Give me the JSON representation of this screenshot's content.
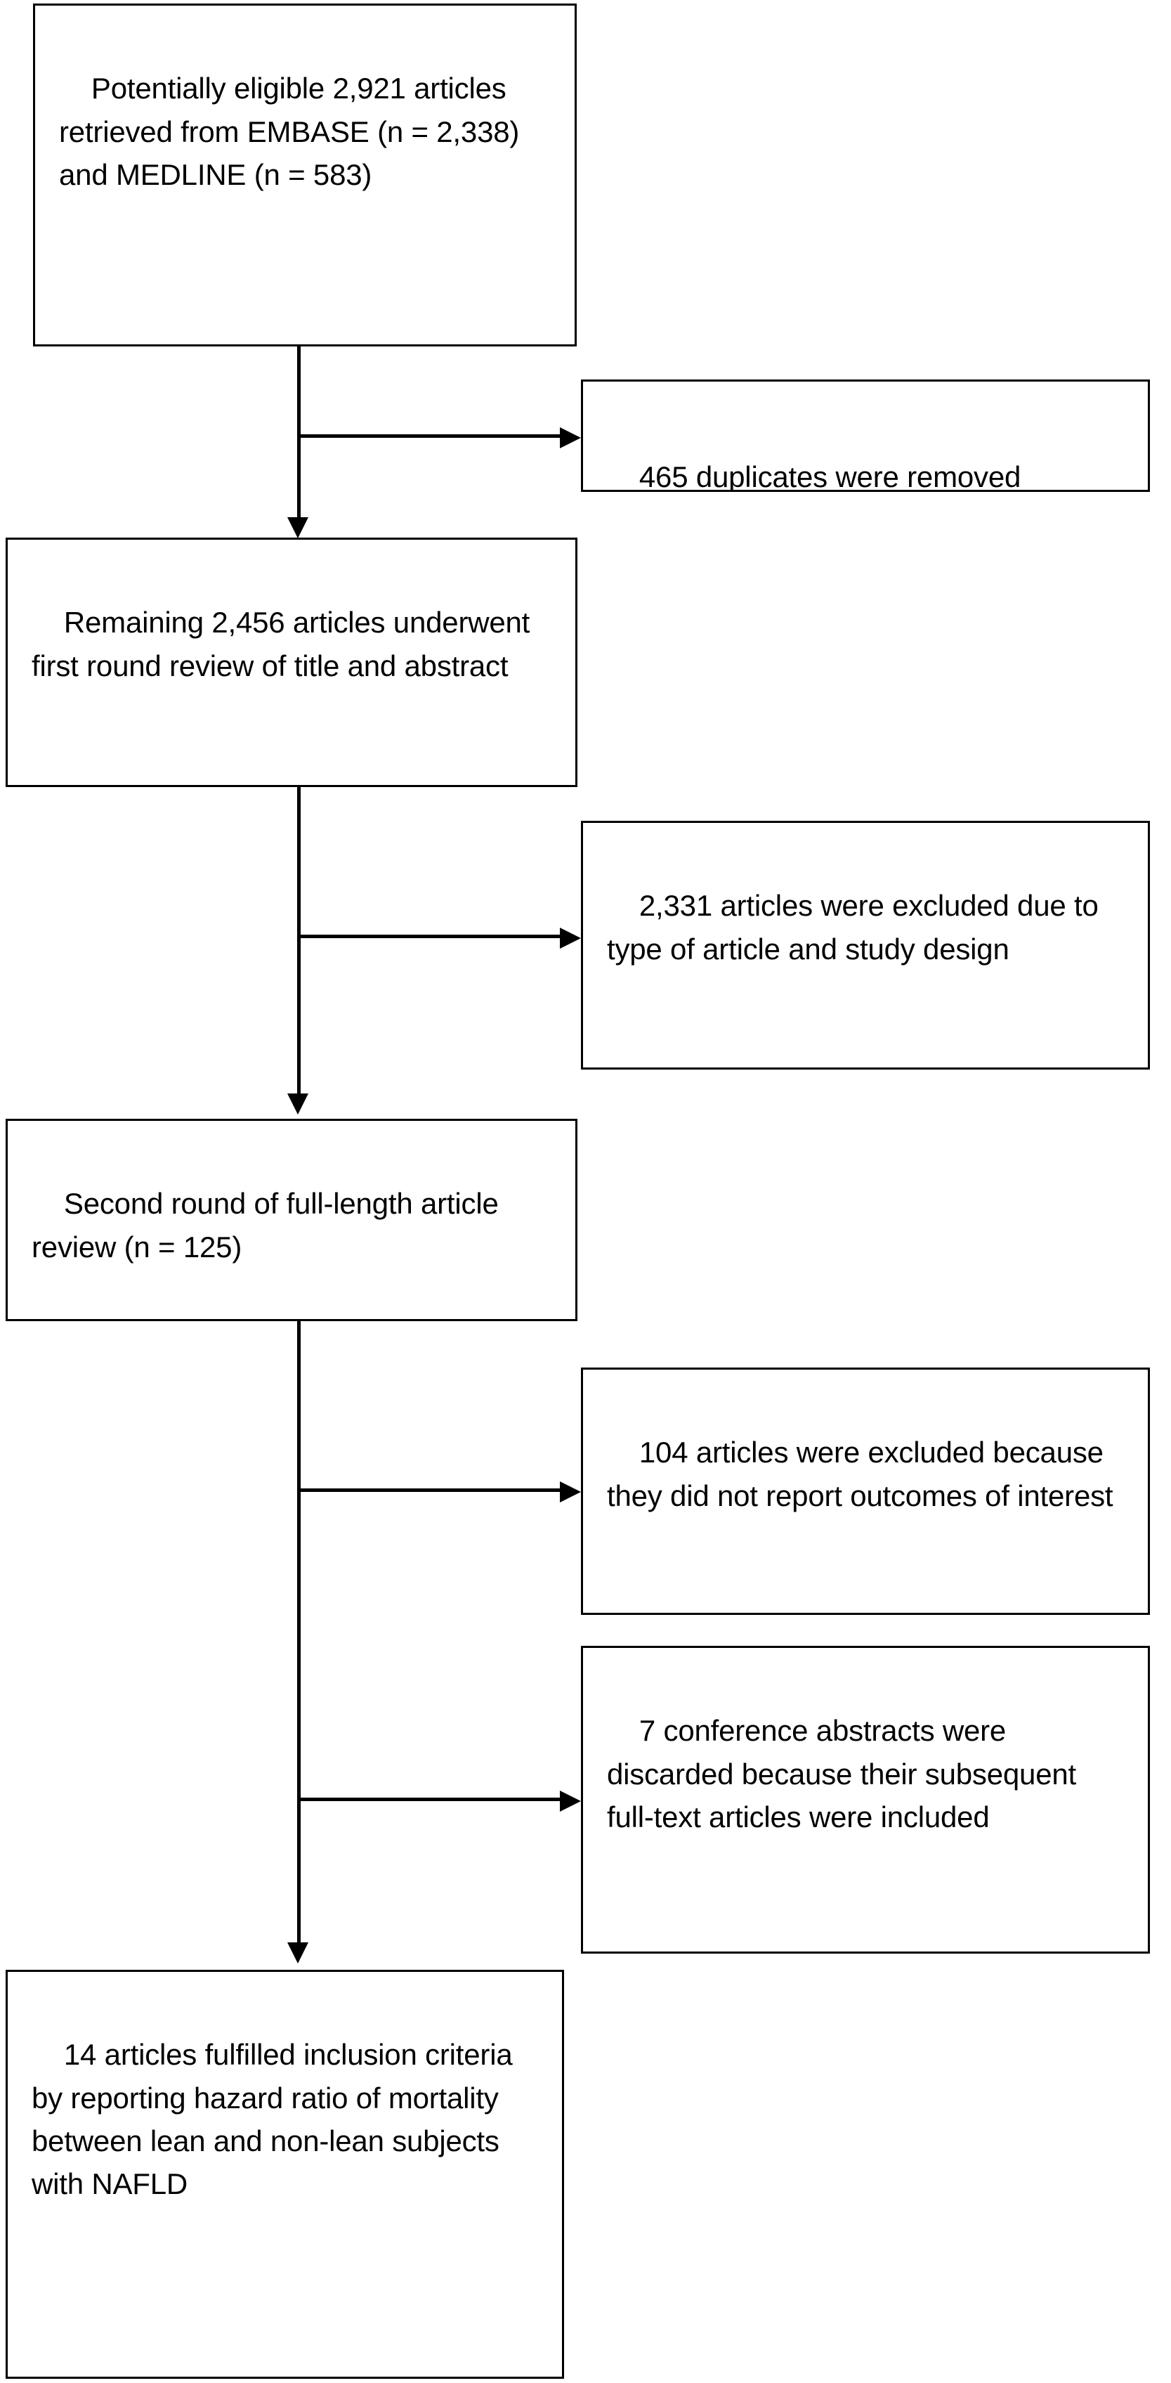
{
  "diagram": {
    "type": "prisma-flow-diagram",
    "title": "Study selection flow diagram",
    "stroke_color": "#000000",
    "background_color": "#ffffff",
    "nodes": [
      {
        "id": "identification",
        "label": "Potentially eligible 2,921 articles retrieved from EMBASE (n = 2,338) and MEDLINE (n = 583)",
        "count": 2921,
        "sources": [
          {
            "name": "EMBASE",
            "n": 2338
          },
          {
            "name": "MEDLINE",
            "n": 583
          }
        ],
        "column": "main"
      },
      {
        "id": "duplicates-removed",
        "label": "465 duplicates were removed",
        "count": 465,
        "column": "side"
      },
      {
        "id": "first-round",
        "label": "Remaining 2,456 articles underwent first round review of title and abstract",
        "count": 2456,
        "column": "main"
      },
      {
        "id": "excluded-type-design",
        "label": "2,331 articles were excluded due to type of article and study design",
        "count": 2331,
        "column": "side"
      },
      {
        "id": "second-round",
        "label": "Second round of full-length article review (n = 125)",
        "count": 125,
        "column": "main"
      },
      {
        "id": "excluded-outcomes",
        "label": "104 articles were excluded because they did not report outcomes of interest",
        "count": 104,
        "column": "side"
      },
      {
        "id": "excluded-conference-abstracts",
        "label": "7 conference abstracts were discarded because their subsequent full-text articles were included",
        "count": 7,
        "column": "side"
      },
      {
        "id": "included",
        "label": "14 articles fulfilled inclusion criteria by reporting hazard ratio of mortality between lean and non-lean subjects with NAFLD",
        "count": 14,
        "column": "main"
      }
    ],
    "connectors": [
      {
        "id": "flow-identification-to-first-round",
        "kind": "arrow-down"
      },
      {
        "id": "branch-to-duplicates-removed",
        "kind": "arrow-right"
      },
      {
        "id": "flow-first-round-to-second-round",
        "kind": "arrow-down"
      },
      {
        "id": "branch-to-excluded-type-design",
        "kind": "arrow-right"
      },
      {
        "id": "flow-second-round-to-included",
        "kind": "arrow-down"
      },
      {
        "id": "branch-to-excluded-outcomes",
        "kind": "arrow-right"
      },
      {
        "id": "branch-to-excluded-conference-abstracts",
        "kind": "arrow-right"
      }
    ]
  }
}
